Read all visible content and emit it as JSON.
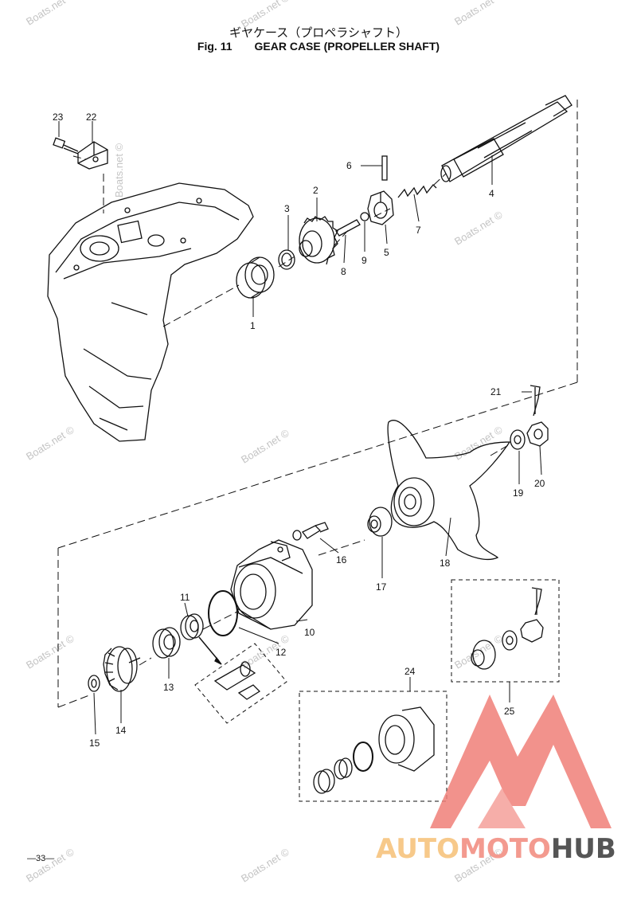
{
  "header": {
    "title_jp": "ギヤケース（プロペラシャフト）",
    "fig": "Fig. 11",
    "title_en": "GEAR CASE (PROPELLER SHAFT)"
  },
  "page_number": "—33—",
  "watermark_text": "Boats.net ©",
  "part_numbers": [
    "1",
    "2",
    "3",
    "4",
    "5",
    "6",
    "7",
    "8",
    "9",
    "10",
    "11",
    "12",
    "13",
    "14",
    "15",
    "16",
    "17",
    "18",
    "19",
    "20",
    "21",
    "22",
    "23",
    "24",
    "25"
  ],
  "brand_logo": {
    "part1": "AUTO",
    "part2": "MOTO",
    "part3": "HUB",
    "colors": {
      "auto": "#f7c98a",
      "moto": "#f39a8f",
      "hub": "#555555",
      "triangle": "#f07f78"
    }
  }
}
